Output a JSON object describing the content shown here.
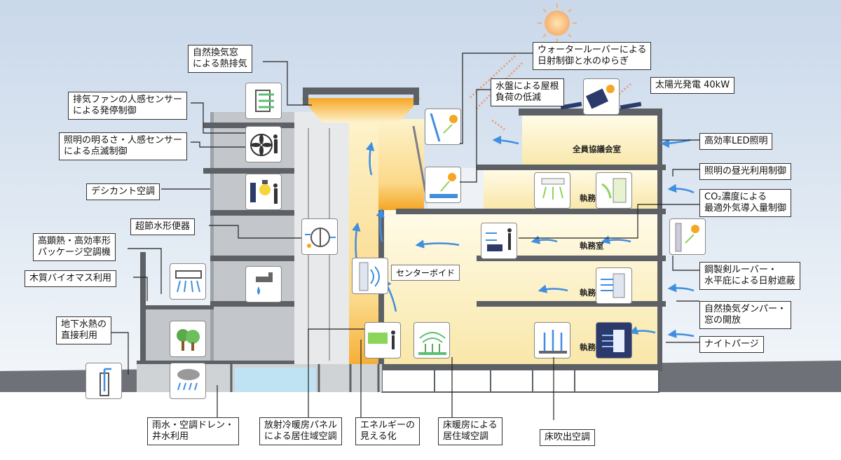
{
  "callouts": {
    "natural_vent_window": [
      "自然換気窓",
      "による熱排気"
    ],
    "exhaust_fan": [
      "排気ファンの人感センサー",
      "による発停制御"
    ],
    "lighting_sensor": [
      "照明の明るさ・人感センサー",
      "による点滅制御"
    ],
    "desiccant": [
      "デシカント空調"
    ],
    "ultra_water_toilet": [
      "超節水形便器"
    ],
    "high_sensible_ac": [
      "高顕熱・高効率形",
      "パッケージ空調機"
    ],
    "wood_biomass": [
      "木質バイオマス利用"
    ],
    "groundwater_heat": [
      "地下水熱の",
      "直接利用"
    ],
    "rainwater": [
      "雨水・空調ドレン・",
      "井水利用"
    ],
    "radiant_panel": [
      "放射冷暖房パネル",
      "による居住域空調"
    ],
    "energy_visual": [
      "エネルギーの",
      "見える化"
    ],
    "floor_heating": [
      "床暖房による",
      "居住域空調"
    ],
    "floor_blowout": [
      "床吹出空調"
    ],
    "water_louver": [
      "ウォータールーバーによる",
      "日射制御と水のゆらぎ"
    ],
    "water_basin": [
      "水盤による屋根",
      "負荷の低減"
    ],
    "solar_power": [
      "太陽光発電 40kW"
    ],
    "led": [
      "高効率LED照明"
    ],
    "daylight": [
      "照明の昼光利用制御"
    ],
    "co2": [
      "CO₂濃度による",
      "最適外気導入量制御"
    ],
    "steel_louver": [
      "鋼製剣ルーバー・",
      "水平庇による日射遮蔽"
    ],
    "damper": [
      "自然換気ダンパー・",
      "窓の開放"
    ],
    "night_purge": [
      "ナイトパージ"
    ]
  },
  "rooms": {
    "assembly": "全員協議会室",
    "office1": "執務",
    "office2": "執務室",
    "office3": "執務",
    "office4": "執務"
  },
  "center_void": "センターボイド",
  "colors": {
    "sky_top": "#c9d8ea",
    "sky_bottom": "#ffffff",
    "floor_warm": "#fdf3cc",
    "void_glow": "#f5a623",
    "structure": "#5d6166",
    "arrow_blue": "#3f8ee0",
    "arrow_orange": "#f08a5d"
  },
  "icons": [
    "sun-icon",
    "window-vent-icon",
    "fan-icon",
    "person-icon",
    "bulb-icon",
    "dehumidifier-icon",
    "tap-icon",
    "ceiling-ac-icon",
    "tree-icon",
    "well-pipe-icon",
    "rain-cloud-icon",
    "radiant-panel-icon",
    "energy-monitor-icon",
    "floor-heat-icon",
    "floor-air-icon",
    "louver-icon",
    "solar-panel-icon",
    "led-icon",
    "co2-sensor-icon",
    "steel-louver-icon",
    "damper-icon",
    "water-louver-icon",
    "basin-icon"
  ]
}
